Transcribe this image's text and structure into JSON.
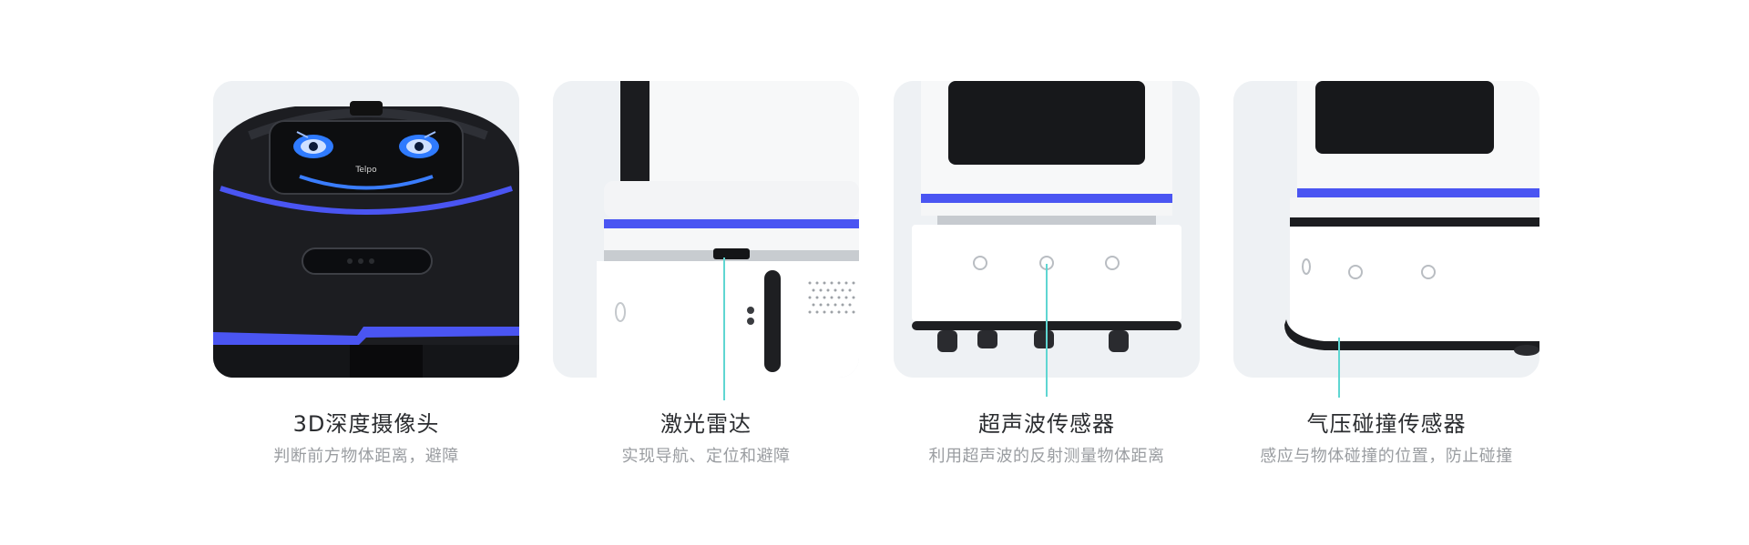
{
  "features": [
    {
      "title": "3D深度摄像头",
      "desc": "判断前方物体距离，避障"
    },
    {
      "title": "激光雷达",
      "desc": "实现导航、定位和避障"
    },
    {
      "title": "超声波传感器",
      "desc": "利用超声波的反射测量物体距离"
    },
    {
      "title": "气压碰撞传感器",
      "desc": "感应与物体碰撞的位置，防止碰撞"
    }
  ],
  "logo": "Telpo",
  "colors": {
    "accent_blue": "#4a55f2",
    "leader_cyan": "#5fd6d2",
    "card_bg": "#eef1f4"
  },
  "icons": [
    "robot-head-camera-image",
    "robot-lidar-image",
    "robot-ultrasonic-image",
    "robot-bumper-image"
  ]
}
